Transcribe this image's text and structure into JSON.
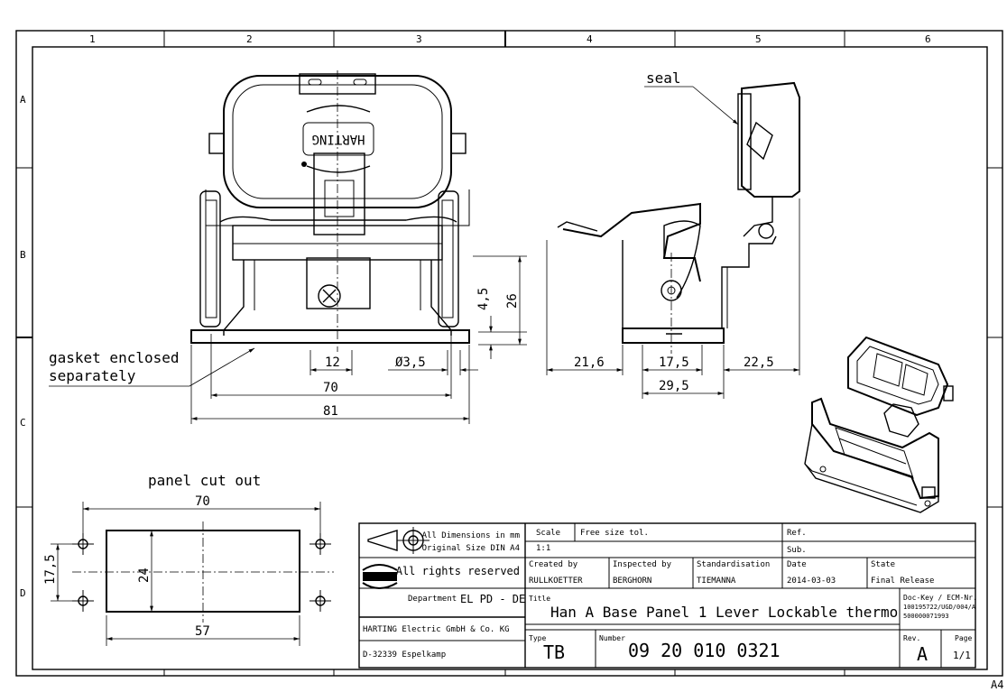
{
  "border": {
    "columns": [
      "1",
      "2",
      "3",
      "4",
      "5",
      "6"
    ],
    "rows": [
      "A",
      "B",
      "C",
      "D"
    ],
    "sheet_format": "A4"
  },
  "views": {
    "front": {
      "logo_text": "HARTING",
      "dims": {
        "d12": "12",
        "d70": "70",
        "d81": "81",
        "hole": "Ø3,5",
        "h45": "4,5",
        "h26": "26"
      }
    },
    "side": {
      "seal_label": "seal",
      "dims": {
        "d216": "21,6",
        "d175": "17,5",
        "d225": "22,5",
        "d295": "29,5"
      }
    },
    "gasket_label_1": "gasket enclosed",
    "gasket_label_2": "separately",
    "cutout": {
      "title": "panel cut out",
      "w70": "70",
      "w57": "57",
      "h24": "24",
      "h175": "17,5"
    }
  },
  "title_block": {
    "dims_note_1": "All Dimensions in mm",
    "dims_note_2": "Original Size DIN A4",
    "rights": "All rights reserved",
    "department_label": "Department",
    "department": "EL PD - DE",
    "company_1": "HARTING Electric GmbH & Co. KG",
    "company_2": "D-32339 Espelkamp",
    "scale_label": "Scale",
    "scale": "1:1",
    "tol": "Free size tol.",
    "ref_label": "Ref.",
    "sub_label": "Sub.",
    "created_label": "Created by",
    "created": "RULLKOETTER",
    "inspected_label": "Inspected by",
    "inspected": "BERGHORN",
    "std_label": "Standardisation",
    "std": "TIEMANNA",
    "date_label": "Date",
    "date": "2014-03-03",
    "state_label": "State",
    "state": "Final Release",
    "title_label": "Title",
    "title": "Han A Base Panel 1 Lever Lockable thermo",
    "dockey_1": "Doc-Key / ECM-Nr.",
    "dockey_2": "100195722/UGD/004/A",
    "dockey_3": "500000071993",
    "type_label": "Type",
    "type": "TB",
    "number_label": "Number",
    "number": "09 20 010 0321",
    "rev_label": "Rev.",
    "rev": "A",
    "page_label": "Page",
    "page": "1/1"
  }
}
